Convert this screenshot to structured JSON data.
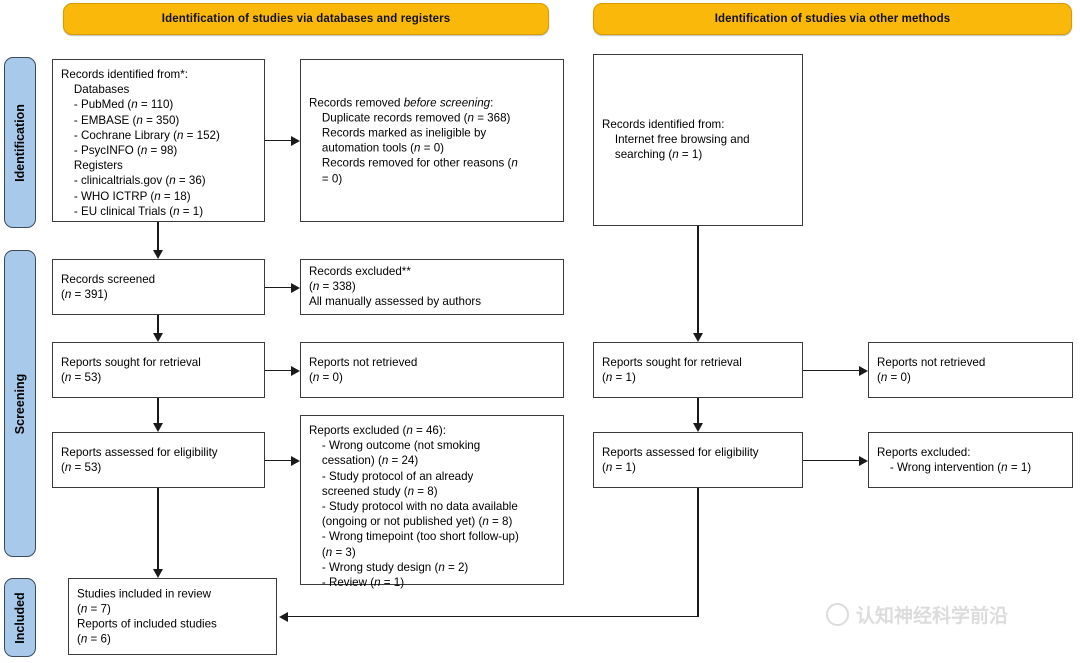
{
  "banners": {
    "left": "Identification of studies via databases and registers",
    "right": "Identification of studies via other methods"
  },
  "phases": [
    {
      "label": "Identification"
    },
    {
      "label": "Screening"
    },
    {
      "label": "Included"
    }
  ],
  "boxes": {
    "records_identified": "Records identified from*:\n    Databases\n    - PubMed (<i>n</i> = 110)\n    - EMBASE (<i>n</i> = 350)\n    - Cochrane Library (<i>n</i> = 152)\n    - PsycINFO (<i>n</i> = 98)\n    Registers\n    - clinicaltrials.gov (<i>n</i> = 36)\n    - WHO ICTRP (<i>n</i> = 18)\n    - EU clinical Trials (<i>n</i> = 1)",
    "records_removed": "Records removed <i>before screening</i>:\n    Duplicate records removed (<i>n</i> = 368)\n    Records marked as ineligible by\n    automation tools (<i>n</i> = 0)\n    Records removed for other reasons (<i>n</i>\n    = 0)",
    "records_screened": "Records screened\n(<i>n</i> = 391)",
    "records_excluded": "Records excluded**\n(<i>n</i> = 338)\nAll manually assessed by authors",
    "reports_sought_left": "Reports sought for retrieval\n(<i>n</i> = 53)",
    "reports_not_retrieved_left": "Reports not retrieved\n(<i>n</i> = 0)",
    "reports_assessed_left": "Reports assessed for eligibility\n(<i>n</i> = 53)",
    "reports_excluded_left": "Reports excluded (<i>n</i> = 46):\n    - Wrong outcome (not smoking\n    cessation) (<i>n</i> = 24)\n    - Study protocol of an already\n    screened study (<i>n</i> = 8)\n    - Study protocol with no data available\n    (ongoing or not published yet) (<i>n</i> = 8)\n    - Wrong timepoint (too short follow-up)\n    (<i>n</i> = 3)\n    - Wrong study design (<i>n</i> = 2)\n    - Review (<i>n</i> = 1)",
    "studies_included": "Studies included in review\n(<i>n</i> = 7)\nReports of included studies\n(<i>n</i> = 6)",
    "records_identified_other": "Records identified from:\n    Internet free browsing and\n    searching (<i>n</i> = 1)",
    "reports_sought_right": "Reports sought for retrieval\n(<i>n</i> = 1)",
    "reports_not_retrieved_right": "Reports not retrieved\n(<i>n</i> = 0)",
    "reports_assessed_right": "Reports assessed for eligibility\n(<i>n</i> = 1)",
    "reports_excluded_right": "Reports excluded:\n    - Wrong intervention (<i>n</i> = 1)"
  },
  "watermark": {
    "text": "认知神经科学前沿"
  },
  "colors": {
    "banner_fill": "#FAB80A",
    "phase_fill": "#A8C9EA",
    "phase_border": "#3B4A5A",
    "box_border": "#3a3a3a",
    "connector": "#1a1a1a",
    "watermark": "#DCDCDC"
  }
}
